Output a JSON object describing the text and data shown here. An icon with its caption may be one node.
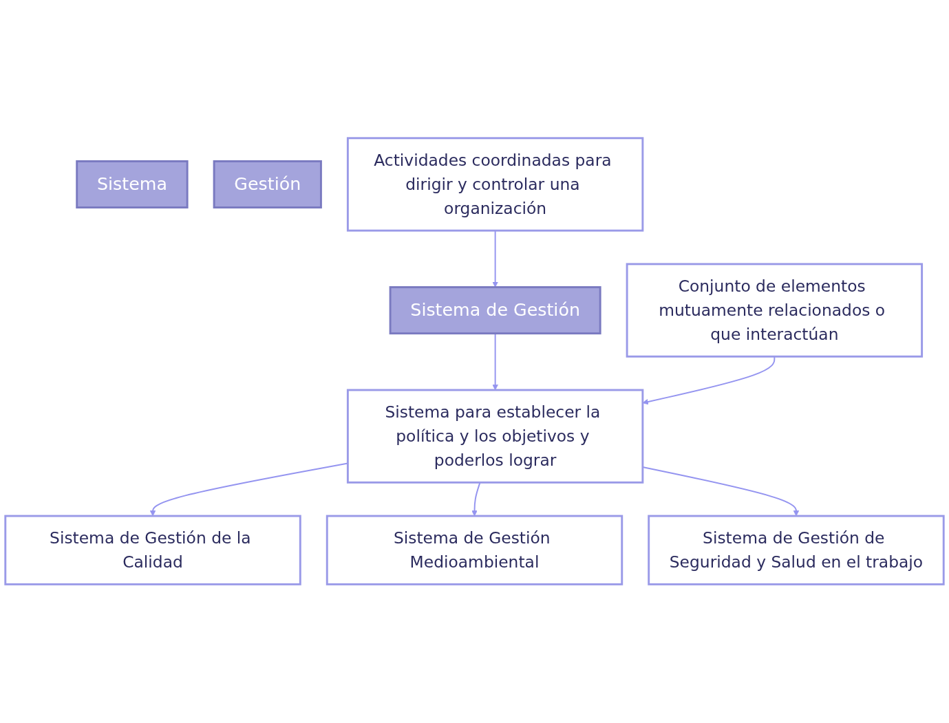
{
  "diagram": {
    "nodes": [
      {
        "text": [
          "Sistema"
        ]
      },
      {
        "text": [
          "Conjunto de elementos mutuamente relacionados o que interactúan"
        ]
      },
      {
        "text": [
          "Gestión"
        ]
      },
      {
        "text": [
          "Actividades coordinadas para dirigir y controlar una organización"
        ]
      },
      {
        "text": [
          "Sistema de Gestión"
        ]
      },
      {
        "text": [
          "Sistema para establecer la política y los objetivos y poderlos lograr"
        ]
      },
      {
        "text": [
          "Sistema de Gestión de la Calidad"
        ]
      },
      {
        "text": [
          "Sistema de Gestión Medioambiental"
        ]
      },
      {
        "text": [
          "Sistema de Gestión de Seguridad y Salud en el trabajo"
        ]
      }
    ],
    "edges": [
      {
        "from": 3,
        "to": 4,
        "arrow": "to"
      },
      {
        "from": 4,
        "to": 5,
        "arrow": "to"
      },
      {
        "from": 1,
        "to": 5,
        "arrow": "to"
      },
      {
        "from": 5,
        "to": 6,
        "arrow": "to"
      },
      {
        "from": 5,
        "to": 7,
        "arrow": "to"
      },
      {
        "from": 5,
        "to": 8,
        "arrow": "to"
      }
    ]
  }
}
